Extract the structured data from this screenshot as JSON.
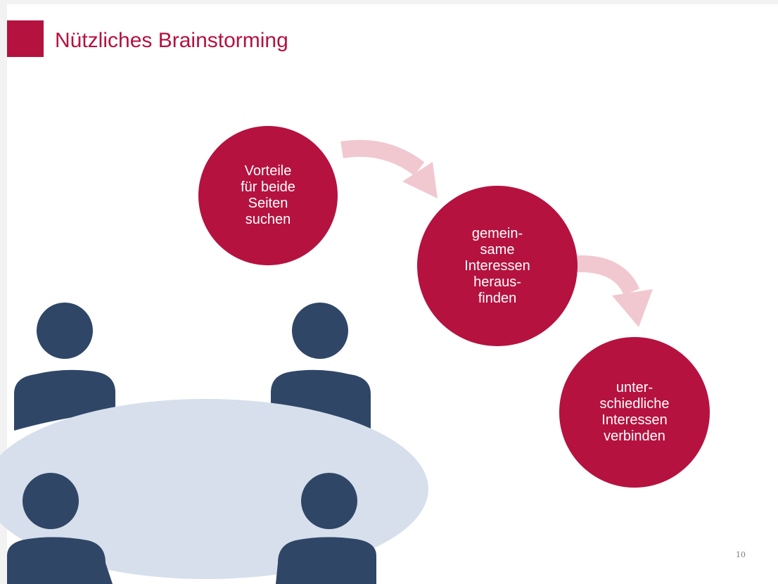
{
  "slide": {
    "title": "Nützliches Brainstorming",
    "page_number": "10"
  },
  "diagram": {
    "steps": [
      {
        "text": "Vorteile\nfür beide\nSeiten\nsuchen"
      },
      {
        "text": "gemein-\nsame\nInteressen\nheraus-\nfinden"
      },
      {
        "text": "unter-\nschiedliche\nInteressen\nverbinden"
      }
    ],
    "icons": [
      "person-icon",
      "round-table-icon",
      "curved-arrow-icon"
    ]
  },
  "colors": {
    "accent": "#b5123f",
    "arrow": "#f1c8d0",
    "person": "#2f4667",
    "table": "#d6dfeb"
  }
}
